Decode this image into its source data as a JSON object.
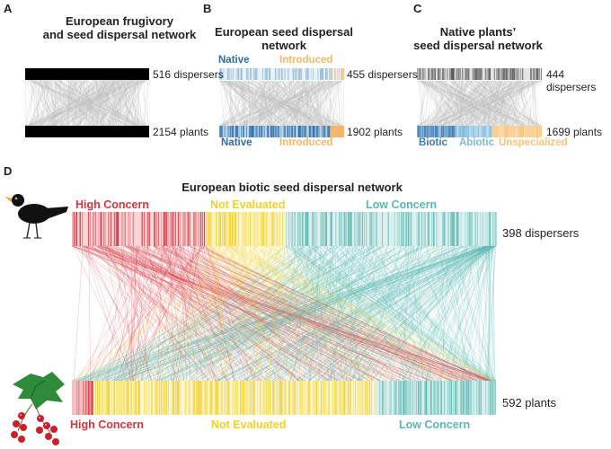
{
  "panel_a": {
    "letter": "A",
    "title_line1": "European frugivory",
    "title_line2": "and seed dispersal network",
    "top_count": "516 dispersers",
    "bottom_count": "2154 plants"
  },
  "panel_b": {
    "letter": "B",
    "title_line1": "European seed dispersal",
    "title_line2": "network",
    "top_label_native": "Native",
    "top_label_introduced": "Introduced",
    "bottom_label_native": "Native",
    "bottom_label_introduced": "Introduced",
    "top_count": "455 dispersers",
    "bottom_count": "1902 plants"
  },
  "panel_c": {
    "letter": "C",
    "title_line1": "Native plants’",
    "title_line2": "seed dispersal network",
    "top_count": "444 dispersers",
    "bottom_count": "1699 plants",
    "bottom_label_biotic": "Biotic",
    "bottom_label_abiotic": "Abiotic",
    "bottom_label_unspecialized": "Unspecialized"
  },
  "panel_d": {
    "letter": "D",
    "title": "European biotic seed dispersal network",
    "top_high": "High Concern",
    "top_not_evaluated": "Not Evaluated",
    "top_low": "Low Concern",
    "bottom_high": "High Concern",
    "bottom_not_evaluated": "Not Evaluated",
    "bottom_low": "Low Concern",
    "top_count": "398 dispersers",
    "bottom_count": "592 plants"
  },
  "colors": {
    "native": "#2f6ea5",
    "introduced": "#f4b66a",
    "biotic": "#3b7bb0",
    "abiotic": "#7fb7d8",
    "unspecialized": "#f7c27a",
    "high_concern": "#d9353f",
    "not_evaluated": "#f2d02a",
    "low_concern": "#5ab8b1",
    "bar_black": "#000000",
    "link_gray": "#bdbdbd"
  },
  "icons": [
    "blackbird-icon",
    "red-currant-icon"
  ]
}
